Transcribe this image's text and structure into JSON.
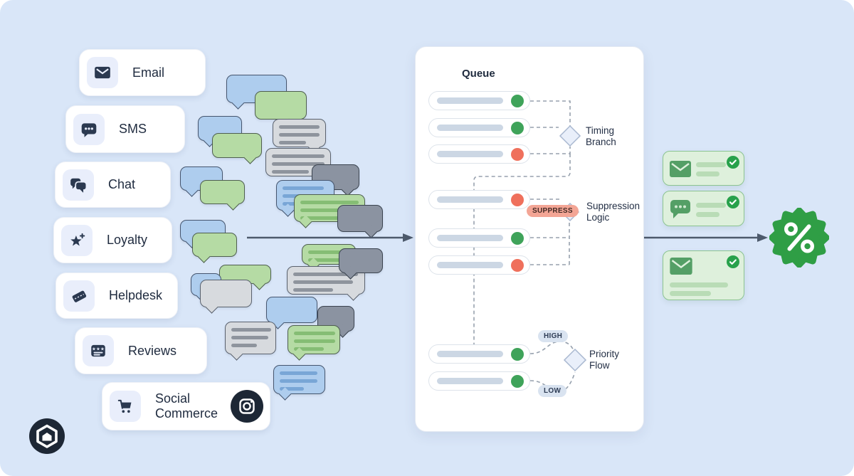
{
  "channels": {
    "items": [
      {
        "label": "Email",
        "icon": "email-icon"
      },
      {
        "label": "SMS",
        "icon": "sms-icon"
      },
      {
        "label": "Chat",
        "icon": "chat-icon"
      },
      {
        "label": "Loyalty",
        "icon": "loyalty-star-icon"
      },
      {
        "label": "Helpdesk",
        "icon": "ticket-icon"
      },
      {
        "label": "Reviews",
        "icon": "reviews-icon"
      },
      {
        "label": "Social Commerce",
        "icon": "cart-icon",
        "badge_icon": "instagram-icon"
      }
    ]
  },
  "queue": {
    "title": "Queue",
    "items": [
      {
        "status": "ready"
      },
      {
        "status": "ready"
      },
      {
        "status": "suppressed"
      },
      {
        "status": "suppressed"
      },
      {
        "status": "ready"
      },
      {
        "status": "suppressed"
      },
      {
        "status": "ready"
      },
      {
        "status": "ready"
      }
    ],
    "labels": {
      "timing": "Timing Branch",
      "suppression": "Suppression Logic",
      "priority": "Priority Flow",
      "suppress_badge": "SUPPRESS",
      "high_badge": "HIGH",
      "low_badge": "LOW"
    }
  },
  "outputs": {
    "items": [
      {
        "icon": "email-icon",
        "status_icon": "check-icon"
      },
      {
        "icon": "sms-icon",
        "status_icon": "check-icon"
      },
      {
        "icon": "email-icon",
        "status_icon": "check-icon"
      }
    ]
  },
  "icons": {
    "result": "percent-seal-icon",
    "brand": "brand-logo-icon"
  },
  "colors": {
    "background": "#d9e6f8",
    "status_ready": "#3fa35a",
    "status_suppressed": "#ef705c",
    "accent_green": "#2f9e45",
    "suppress_badge_bg": "#f3a595",
    "priority_badge_bg": "#d9e3f0",
    "navy_icon": "#2b3950",
    "arrow": "#4d5a6c"
  }
}
